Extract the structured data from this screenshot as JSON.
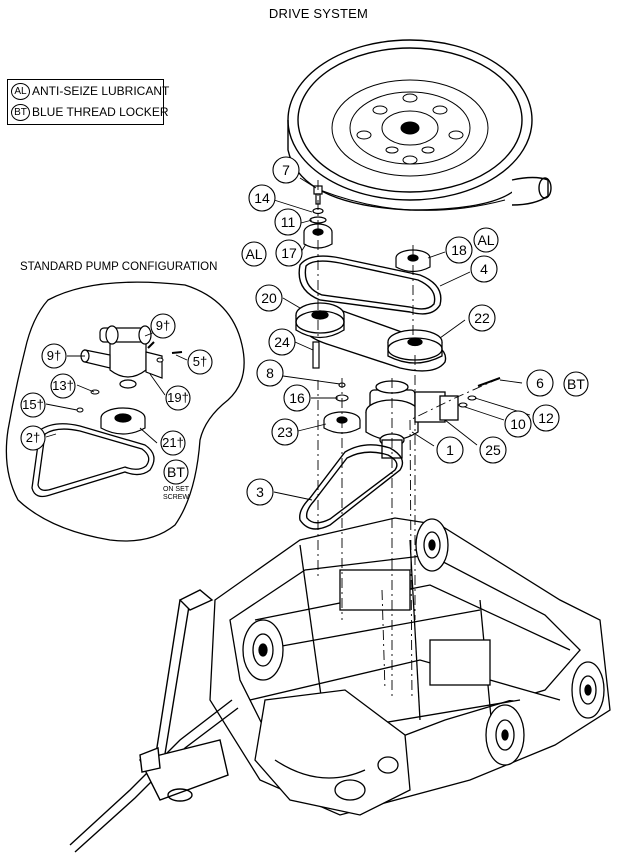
{
  "title": "DRIVE SYSTEM",
  "legend": [
    {
      "symbol": "AL",
      "label": "ANTI-SEIZE LUBRICANT"
    },
    {
      "symbol": "BT",
      "label": "BLUE THREAD LOCKER"
    }
  ],
  "inset": {
    "title": "STANDARD PUMP CONFIGURATION",
    "callouts": [
      "9†",
      "9†",
      "5†",
      "13†",
      "15†",
      "19†",
      "2†",
      "21†"
    ],
    "badge": "BT",
    "badge_note_line1": "ON SET",
    "badge_note_line2": "SCREW"
  },
  "callouts": [
    "7",
    "14",
    "11",
    "17",
    "18",
    "4",
    "20",
    "22",
    "24",
    "8",
    "16",
    "23",
    "1",
    "25",
    "6",
    "12",
    "10",
    "3"
  ],
  "material_badges": [
    "AL",
    "AL",
    "BT"
  ]
}
